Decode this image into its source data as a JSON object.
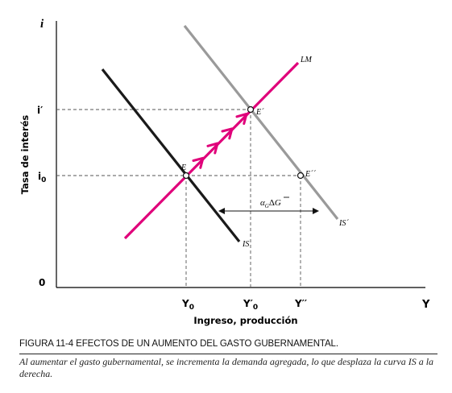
{
  "diagram": {
    "axis_y_symbol": "i",
    "axis_x_symbol": "Y",
    "axis_y_title": "Tasa de interés",
    "axis_x_title": "Ingreso, producción",
    "origin_label": "0",
    "y_tick_i_prime": "i′",
    "y_tick_i0": "i",
    "y_tick_i0_sub": "0",
    "x_tick_y0": "Y",
    "x_tick_y0_sub": "0",
    "x_tick_y0_prime": "Y′",
    "x_tick_y0_prime_sub": "0",
    "x_tick_y_double_prime": "Y′′",
    "curve_lm_label": "LM",
    "curve_is_label": "IS",
    "curve_is_prime_label": "IS´",
    "point_e_label": "E",
    "point_e_prime_label": "E´",
    "point_e_double_prime_label": "E´´",
    "shift_label_alpha": "α",
    "shift_label_sub": "G",
    "shift_label_delta": "Δ",
    "shift_label_g": "G",
    "colors": {
      "lm_curve": "#e0007a",
      "is_curve": "#1a1a1a",
      "is_prime_curve": "#9a9a9a",
      "guide_lines": "#555555"
    }
  },
  "caption": {
    "title": "FIGURA 11-4   EFECTOS DE UN AUMENTO DEL GASTO GUBERNAMENTAL.",
    "text": "Al aumentar el gasto gubernamental, se incrementa la demanda agregada, lo que desplaza la curva IS a la derecha."
  }
}
